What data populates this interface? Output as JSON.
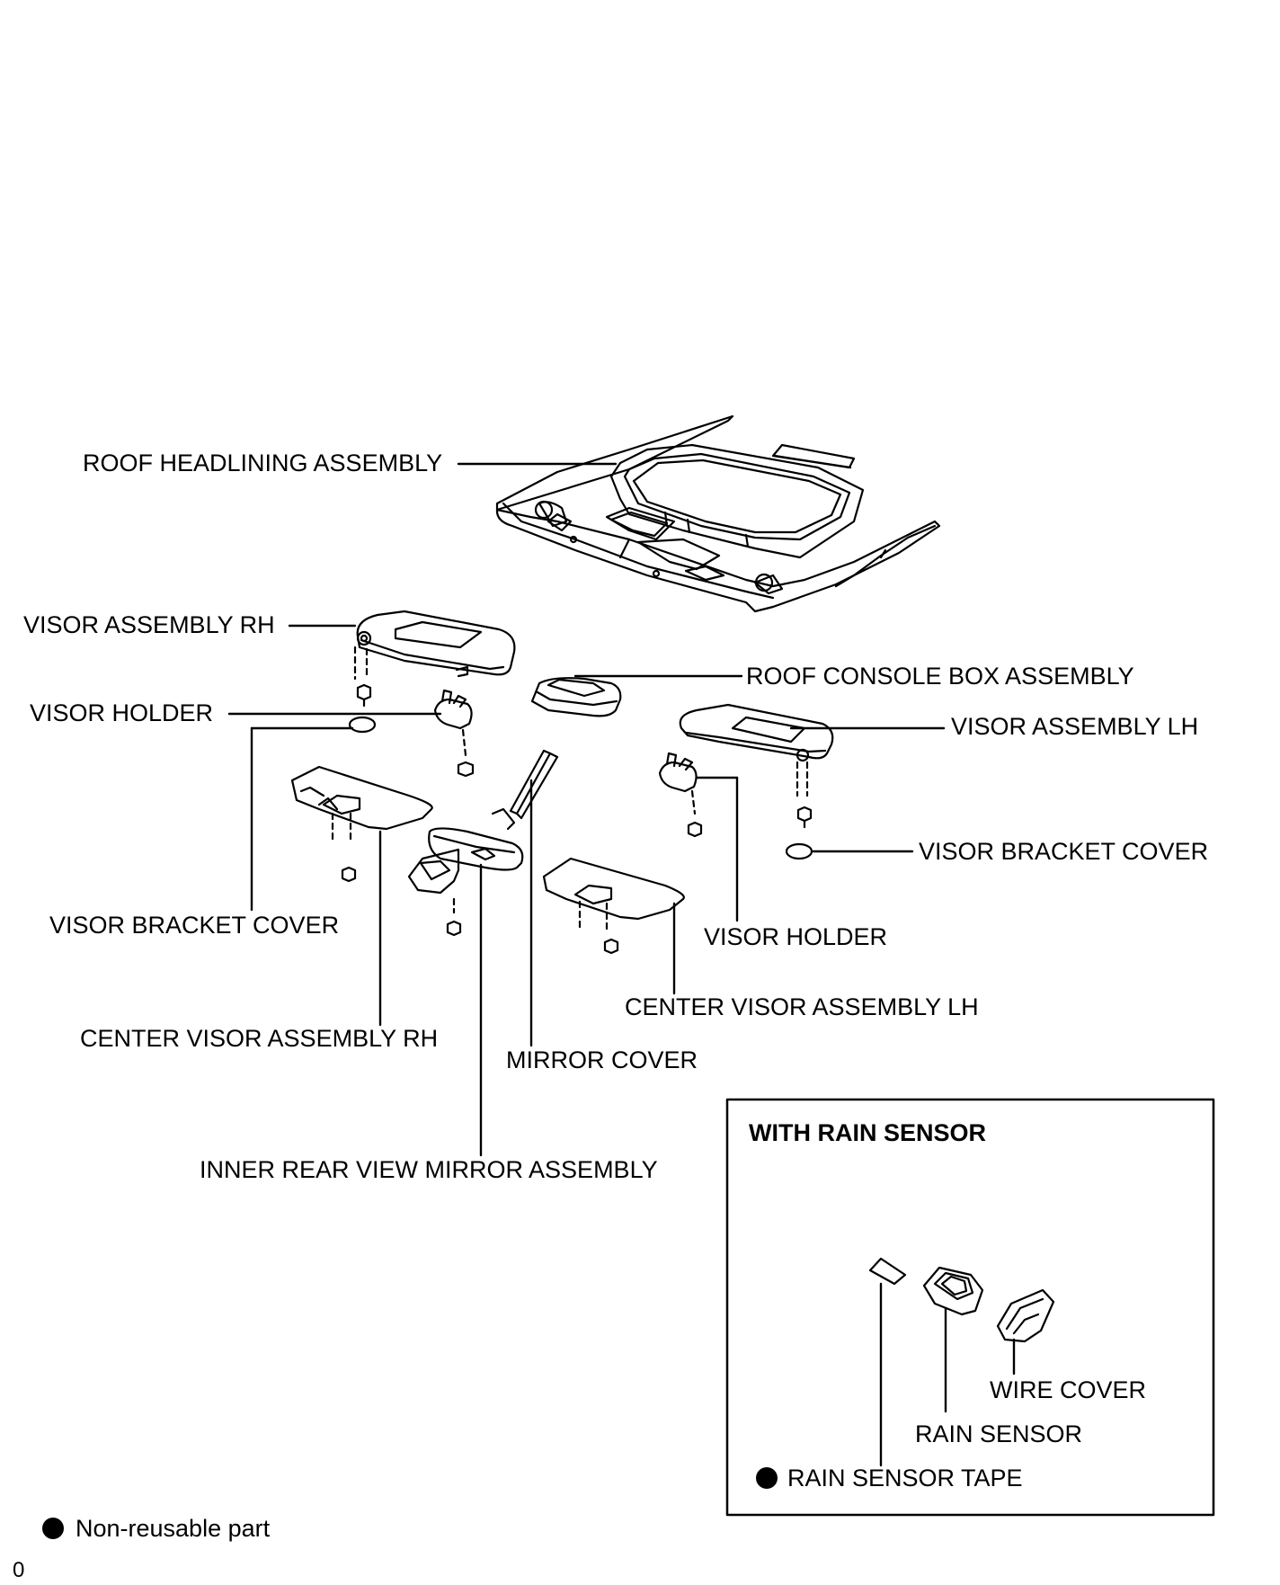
{
  "labels": {
    "roof_headlining": "ROOF HEADLINING ASSEMBLY",
    "visor_rh": "VISOR ASSEMBLY RH",
    "roof_console": "ROOF CONSOLE BOX ASSEMBLY",
    "visor_holder_rh": "VISOR HOLDER",
    "visor_lh": "VISOR ASSEMBLY LH",
    "visor_bracket_cover_lh": "VISOR BRACKET COVER",
    "visor_bracket_cover_rh": "VISOR BRACKET COVER",
    "visor_holder_lh": "VISOR HOLDER",
    "center_visor_lh": "CENTER VISOR ASSEMBLY LH",
    "center_visor_rh": "CENTER VISOR ASSEMBLY RH",
    "mirror_cover": "MIRROR COVER",
    "inner_mirror": "INNER REAR VIEW MIRROR ASSEMBLY"
  },
  "inset": {
    "title": "WITH RAIN SENSOR",
    "wire_cover": "WIRE COVER",
    "rain_sensor": "RAIN SENSOR",
    "rain_sensor_tape": "RAIN SENSOR TAPE"
  },
  "legend": {
    "non_reusable": "Non-reusable part"
  },
  "figure_id": "0"
}
